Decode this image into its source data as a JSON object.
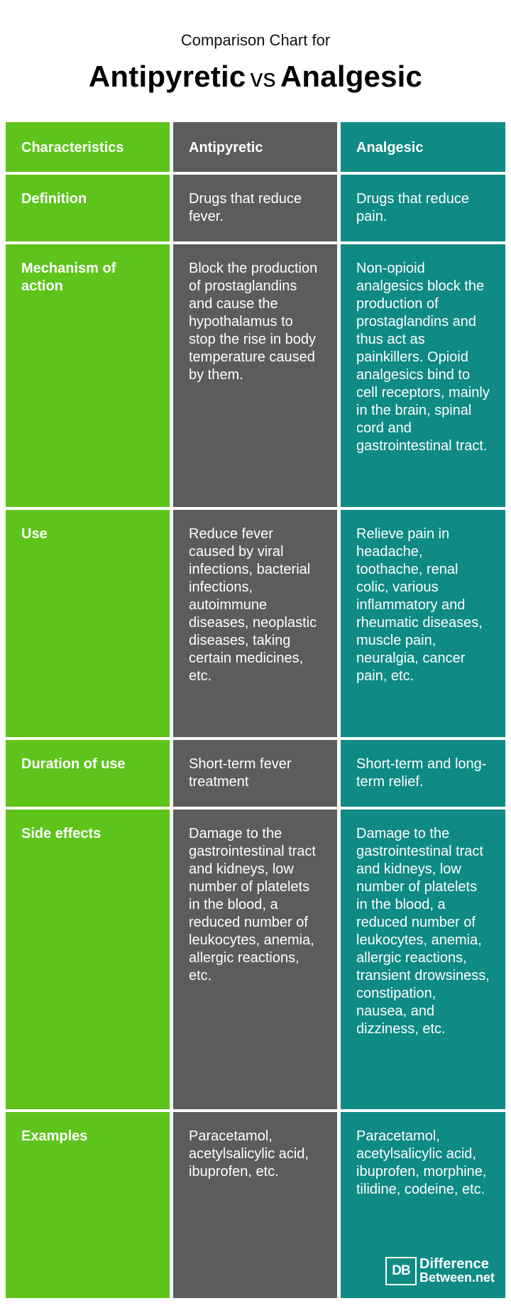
{
  "header": {
    "subtitle": "Comparison Chart for",
    "title_left": "Antipyretic",
    "title_vs": "vs",
    "title_right": "Analgesic"
  },
  "colors": {
    "green": "#5ec41c",
    "gray": "#5a5d5c",
    "teal": "#0f8a84"
  },
  "table": {
    "columns": [
      "Characteristics",
      "Antipyretic",
      "Analgesic"
    ],
    "rows": [
      {
        "label": "Definition",
        "antipyretic": "Drugs that reduce fever.",
        "analgesic": "Drugs that reduce pain."
      },
      {
        "label": "Mechanism of action",
        "antipyretic": "Block the production of prostaglandins and cause the hypothalamus to stop the rise in body temperature caused by them.",
        "analgesic": "Non-opioid analgesics block the production of prostaglandins and thus act as painkillers. Opioid analgesics bind to cell receptors, mainly in the brain, spinal cord and gastrointestinal tract."
      },
      {
        "label": "Use",
        "antipyretic": "Reduce fever caused by viral infections, bacterial infections, autoimmune diseases, neoplastic diseases, taking certain medicines, etc.",
        "analgesic": "Relieve pain in headache, toothache, renal colic, various inflammatory and rheumatic diseases, muscle pain, neuralgia, cancer pain, etc."
      },
      {
        "label": "Duration of use",
        "antipyretic": "Short-term fever treatment",
        "analgesic": "Short-term and long-term relief."
      },
      {
        "label": "Side effects",
        "antipyretic": "Damage to the gastrointestinal tract and kidneys, low number of platelets in the blood, a reduced number of leukocytes, anemia, allergic reactions, etc.",
        "analgesic": "Damage to the gastrointestinal tract and kidneys, low number of platelets in the blood, a reduced number of leukocytes, anemia, allergic reactions, transient drowsiness, constipation, nausea, and dizziness, etc."
      },
      {
        "label": "Examples",
        "antipyretic": "Paracetamol, acetylsalicylic acid, ibuprofen, etc.",
        "analgesic": "Paracetamol, acetylsalicylic acid, ibuprofen, morphine, tilidine, codeine, etc."
      }
    ]
  },
  "logo": {
    "mark": "DB",
    "line1": "Difference",
    "line2": "Between.net"
  }
}
